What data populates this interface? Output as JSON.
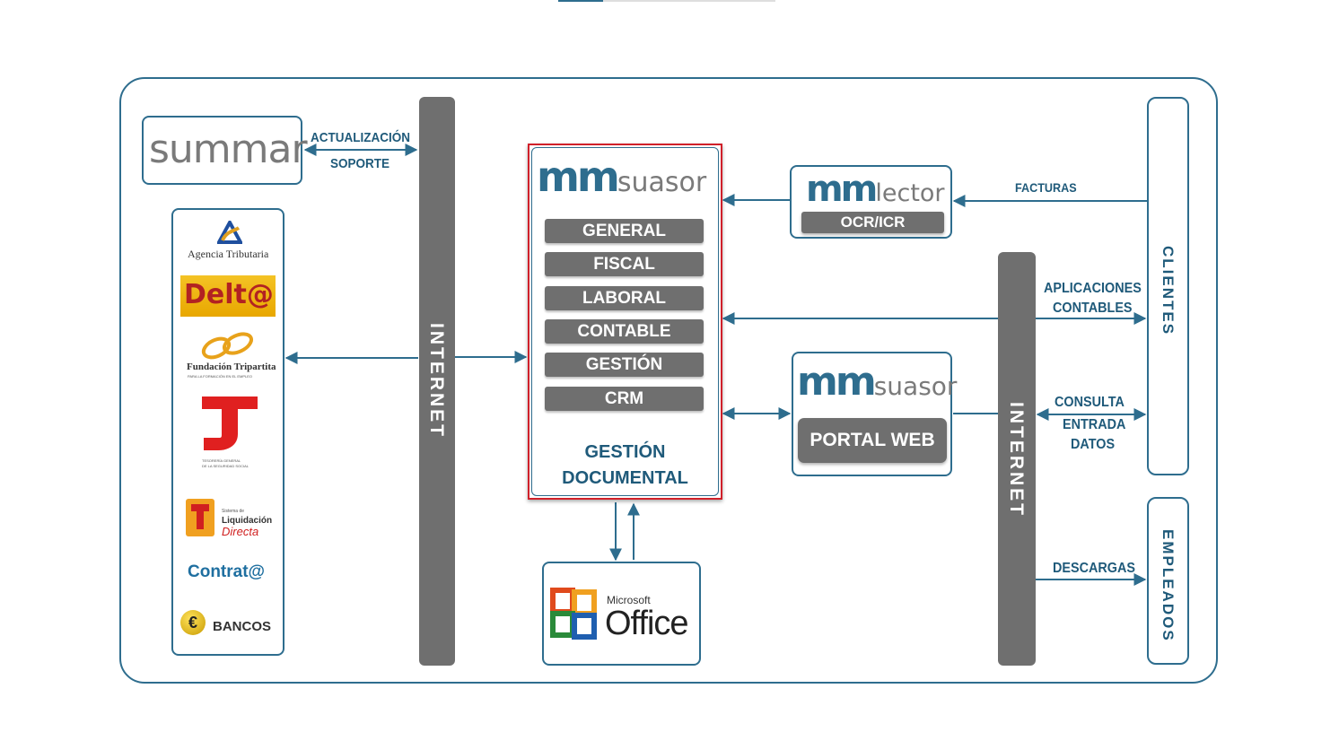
{
  "diagram": {
    "summar_logo": "summar",
    "label_actualizacion": "ACTUALIZACIÓN",
    "label_soporte": "SOPORTE",
    "internet_left": "INTERNET",
    "internet_right": "INTERNET",
    "suasor_main": {
      "mm": "mm",
      "name": "suasor"
    },
    "modules": [
      "GENERAL",
      "FISCAL",
      "LABORAL",
      "CONTABLE",
      "GESTIÓN",
      "CRM"
    ],
    "gestion_documental": [
      "GESTIÓN",
      "DOCUMENTAL"
    ],
    "lector": {
      "mm": "mm",
      "name": "lector",
      "badge": "OCR/ICR"
    },
    "portal": {
      "mm": "mm",
      "name": "suasor",
      "badge": "PORTAL WEB"
    },
    "label_facturas": "FACTURAS",
    "label_aplicaciones": "APLICACIONES",
    "label_contables": "CONTABLES",
    "label_consulta": "CONSULTA",
    "label_entrada": "ENTRADA",
    "label_datos": "DATOS",
    "label_descargas": "DESCARGAS",
    "clientes": "CLIENTES",
    "empleados": "EMPLEADOS",
    "office": {
      "microsoft": "Microsoft",
      "name": "Office"
    },
    "logos": {
      "agencia": "Agencia Tributaria",
      "delta": "Delt@",
      "fundacion": "Fundación Tripartita",
      "fundacion_sub": "PARA LA FORMACIÓN EN EL EMPLEO",
      "tesoreria_sub1": "TESORERÍA GENERAL",
      "tesoreria_sub2": "DE LA SEGURIDAD SOCIAL",
      "sistema": "Sistema de",
      "liquidacion": "Liquidación",
      "directa": "Directa",
      "contrata": "Contrat@",
      "bancos": "BANCOS",
      "euro": "€"
    },
    "colors": {
      "frame": "#2e6d8e",
      "bar": "#6f6f6f",
      "highlight": "#d0202a",
      "label": "#1f5a7a"
    }
  }
}
